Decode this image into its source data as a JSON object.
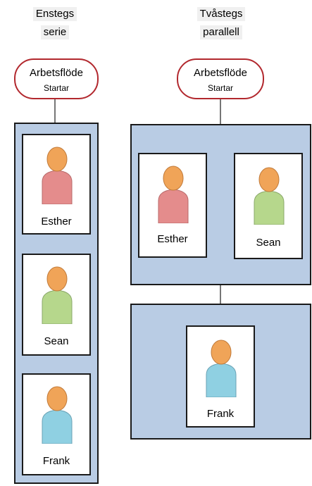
{
  "serial": {
    "header_line1": "Enstegs",
    "header_line2": "serie",
    "start": {
      "line1": "Arbetsflöde",
      "line2": "Startar"
    },
    "people": [
      {
        "name": "Esther",
        "color": "red"
      },
      {
        "name": "Sean",
        "color": "green"
      },
      {
        "name": "Frank",
        "color": "blue"
      }
    ]
  },
  "parallel": {
    "header_line1": "Tvåstegs",
    "header_line2": "parallell",
    "start": {
      "line1": "Arbetsflöde",
      "line2": "Startar"
    },
    "stage1": [
      {
        "name": "Esther",
        "color": "red"
      },
      {
        "name": "Sean",
        "color": "green"
      }
    ],
    "stage2": [
      {
        "name": "Frank",
        "color": "blue"
      }
    ]
  },
  "colors": {
    "panel": "#b9cce4",
    "pill_border": "#b2282e",
    "esther": "#e48c8c",
    "sean": "#b6d78c",
    "frank": "#8fd0e2",
    "head": "#f0a458"
  }
}
